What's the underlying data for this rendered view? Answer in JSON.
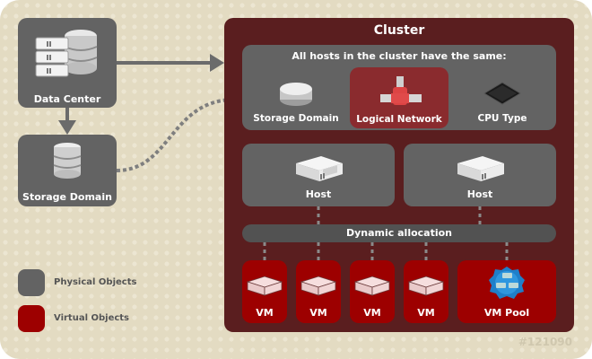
{
  "data_center": {
    "label": "Data Center",
    "icon": "data-center-icon"
  },
  "storage_domain_left": {
    "label": "Storage Domain",
    "icon": "database-icon"
  },
  "cluster": {
    "title": "Cluster",
    "shared_panel": {
      "heading": "All hosts in the cluster have the same:",
      "items": [
        {
          "label": "Storage Domain",
          "icon": "disk-icon"
        },
        {
          "label": "Logical Network",
          "icon": "network-pipe-icon"
        },
        {
          "label": "CPU Type",
          "icon": "cpu-chip-icon"
        }
      ]
    },
    "hosts": [
      {
        "label": "Host",
        "icon": "server-icon"
      },
      {
        "label": "Host",
        "icon": "server-icon"
      }
    ],
    "allocation_bar": {
      "label": "Dynamic allocation"
    },
    "vms": [
      {
        "label": "VM",
        "icon": "vm-server-icon"
      },
      {
        "label": "VM",
        "icon": "vm-server-icon"
      },
      {
        "label": "VM",
        "icon": "vm-server-icon"
      },
      {
        "label": "VM",
        "icon": "vm-server-icon"
      }
    ],
    "vm_pool": {
      "label": "VM Pool",
      "icon": "vm-pool-icon"
    }
  },
  "legend": {
    "items": [
      {
        "label": "Physical Objects",
        "color": "#636363"
      },
      {
        "label": "Virtual Objects",
        "color": "#9d0000"
      }
    ]
  },
  "figure_id": "#121090",
  "colors": {
    "background": "#e3dbc2",
    "cluster": "#5a1e1f",
    "physical": "#636363",
    "virtual": "#9d0000",
    "highlight": "#8a2b2e",
    "connector": "#7a7a7a"
  }
}
